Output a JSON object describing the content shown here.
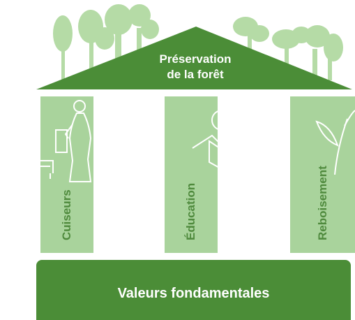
{
  "roof": {
    "line1": "Préservation",
    "line2": "de la forêt"
  },
  "pillars": [
    {
      "label": "Cuiseurs",
      "icon": "cook-stove-woman-icon"
    },
    {
      "label": "Éducation",
      "icon": "reading-person-icon"
    },
    {
      "label": "Reboisement",
      "icon": "seedling-icon"
    }
  ],
  "base": {
    "label": "Valeurs fondamentales"
  },
  "colors": {
    "dark_green": "#4b8d37",
    "light_green": "#a9d39c",
    "text_green": "#4f8a3d",
    "tree_green": "#b5dba6"
  }
}
